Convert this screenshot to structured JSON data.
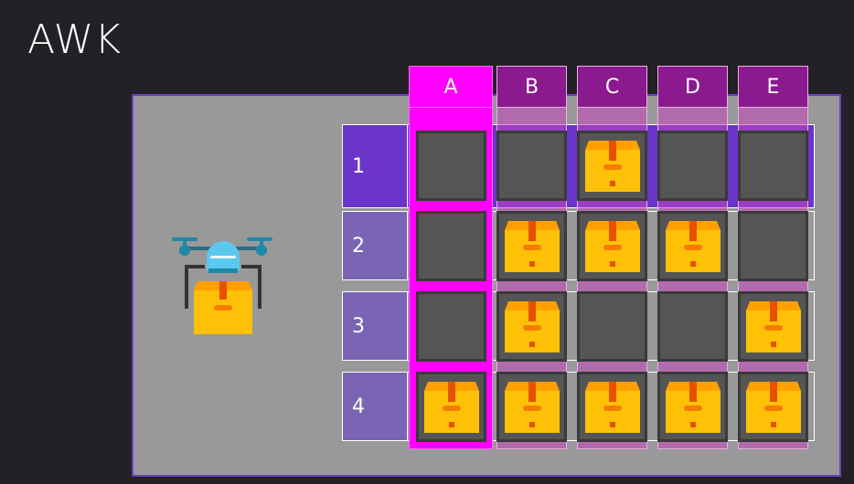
{
  "title": "AWK",
  "columns": [
    "A",
    "B",
    "C",
    "D",
    "E"
  ],
  "rows": [
    "1",
    "2",
    "3",
    "4"
  ],
  "selected_column": "A",
  "selected_row": "1",
  "grid": [
    [
      false,
      false,
      true,
      false,
      false
    ],
    [
      false,
      true,
      true,
      true,
      false
    ],
    [
      false,
      true,
      false,
      false,
      true
    ],
    [
      true,
      true,
      true,
      true,
      true
    ]
  ],
  "colors": {
    "background": "#232125",
    "stage": "#999999",
    "selected": "#ff00ff",
    "row_selected": "#6a35c8",
    "cell": "#555555",
    "box": "#ffc107"
  }
}
